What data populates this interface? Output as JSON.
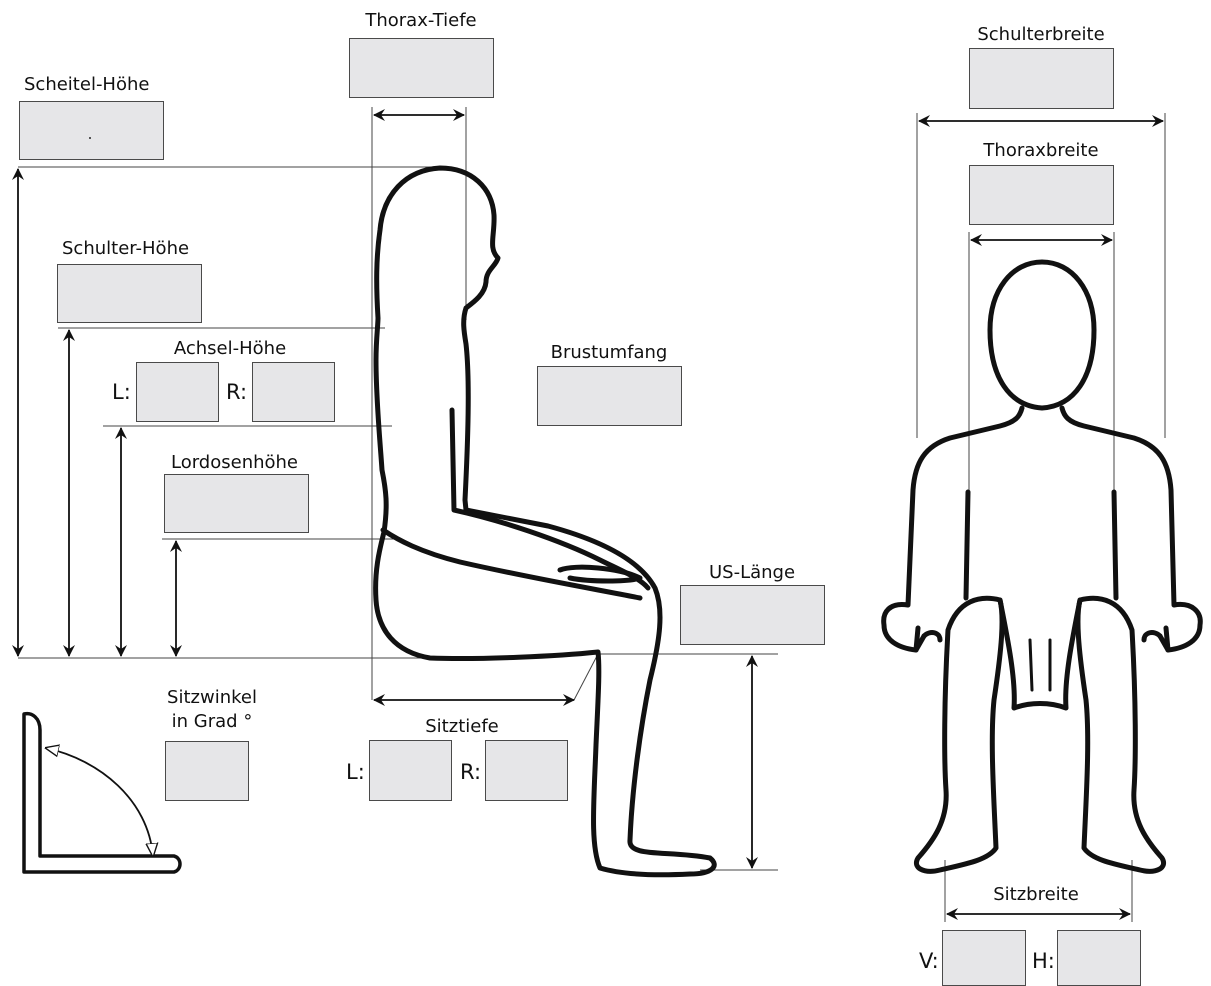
{
  "fields": {
    "thorax_tiefe": {
      "label": "Thorax-Tiefe",
      "value": ""
    },
    "scheitel_hoehe": {
      "label": "Scheitel-Höhe",
      "value": ""
    },
    "schulter_hoehe": {
      "label": "Schulter-Höhe",
      "value": ""
    },
    "achsel_hoehe": {
      "label": "Achsel-Höhe",
      "left_label": "L:",
      "right_label": "R:",
      "left_value": "",
      "right_value": ""
    },
    "lordosenhoehe": {
      "label": "Lordosenhöhe",
      "value": ""
    },
    "brustumfang": {
      "label": "Brustumfang",
      "value": ""
    },
    "us_laenge": {
      "label": "US-Länge",
      "value": ""
    },
    "sitzwinkel": {
      "label_line1": "Sitzwinkel",
      "label_line2": "in Grad °",
      "value": ""
    },
    "sitztiefe": {
      "label": "Sitztiefe",
      "left_label": "L:",
      "right_label": "R:",
      "left_value": "",
      "right_value": ""
    },
    "schulterbreite": {
      "label": "Schulterbreite",
      "value": ""
    },
    "thoraxbreite": {
      "label": "Thoraxbreite",
      "value": ""
    },
    "sitzbreite": {
      "label": "Sitzbreite",
      "front_label": "V:",
      "back_label": "H:",
      "front_value": "",
      "back_value": ""
    }
  },
  "colors": {
    "field_fill": "#e6e6e8",
    "field_border": "#4a4a4a",
    "outline": "#111111",
    "guide_line": "#444444"
  }
}
